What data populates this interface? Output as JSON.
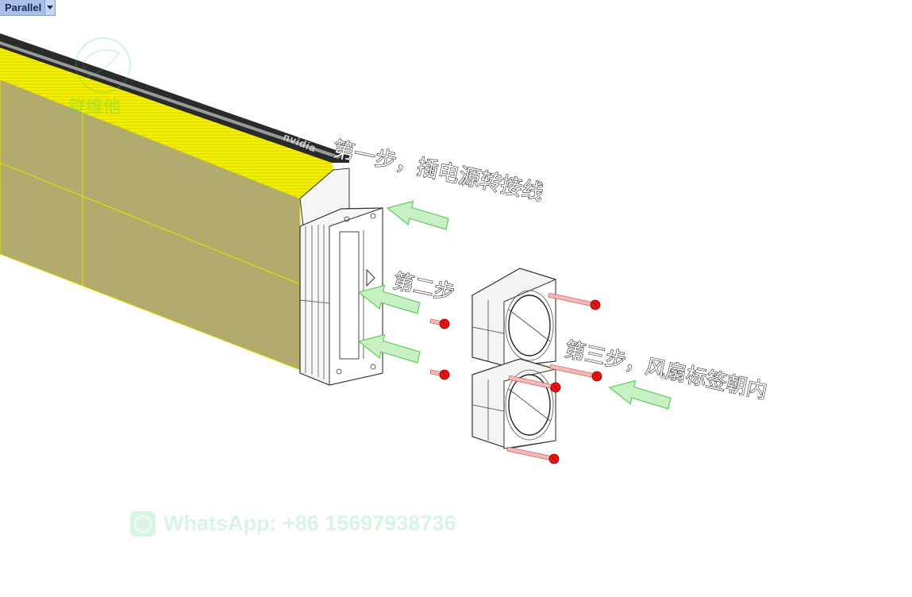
{
  "view": {
    "mode_label": "Parallel",
    "dropdown_icon": "chevron-down-icon"
  },
  "steps": {
    "step1": "第一步，插电源转接线",
    "step2": "第二步",
    "step3": "第三步，风扇标签朝内"
  },
  "watermark": {
    "contact": "WhatsApp:  +86 15697938736",
    "logo_text": "鲜维他",
    "contact_icon": "whatsapp-icon"
  },
  "product_mark": "nvidia",
  "colors": {
    "housing_top": "#f4f000",
    "housing_side": "#b3ab6e",
    "housing_edge": "#d8d300",
    "arrow_fill": "#c7f1c2",
    "arrow_stroke": "#5dcc5d",
    "screw_head": "#ee1111",
    "screw_shaft": "#f4b8b8",
    "ui_tab": "#a9c1ea",
    "watermark": "#2ecc71"
  }
}
